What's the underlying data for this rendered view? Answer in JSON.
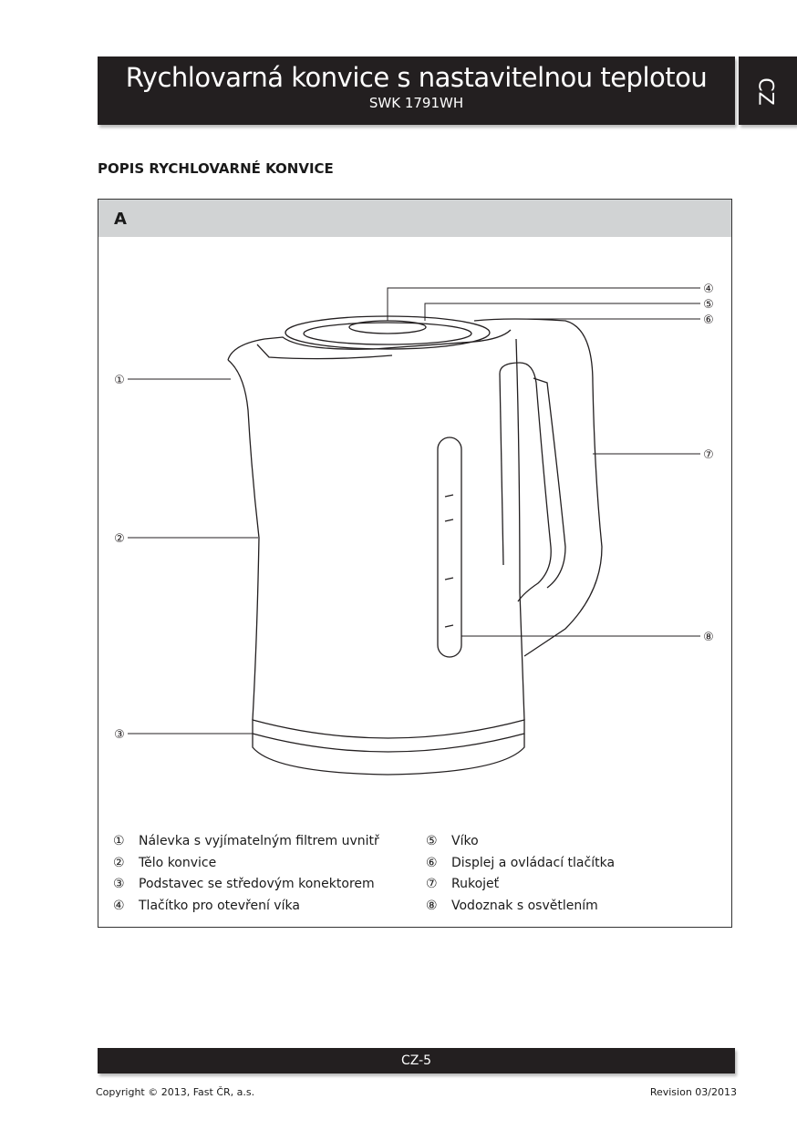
{
  "header": {
    "title": "Rychlovarná konvice s nastavitelnou teplotou",
    "model": "SWK 1791WH",
    "lang_tab": "CZ"
  },
  "section_title": "POPIS RYCHLOVARNÉ KONVICE",
  "figure": {
    "label": "A",
    "callouts": [
      "①",
      "②",
      "③",
      "④",
      "⑤",
      "⑥",
      "⑦",
      "⑧"
    ]
  },
  "legend": {
    "left": [
      {
        "num": "①",
        "text": "Nálevka s vyjímatelným filtrem uvnitř"
      },
      {
        "num": "②",
        "text": "Tělo konvice"
      },
      {
        "num": "③",
        "text": "Podstavec se středovým konektorem"
      },
      {
        "num": "④",
        "text": "Tlačítko pro otevření víka"
      }
    ],
    "right": [
      {
        "num": "⑤",
        "text": "Víko"
      },
      {
        "num": "⑥",
        "text": "Displej a ovládací tlačítka"
      },
      {
        "num": "⑦",
        "text": "Rukojeť"
      },
      {
        "num": "⑧",
        "text": "Vodoznak s osvětlením"
      }
    ]
  },
  "footer": {
    "page": "CZ-5",
    "copyright": "Copyright © 2013, Fast ČR, a.s.",
    "revision": "Revision 03/2013"
  }
}
